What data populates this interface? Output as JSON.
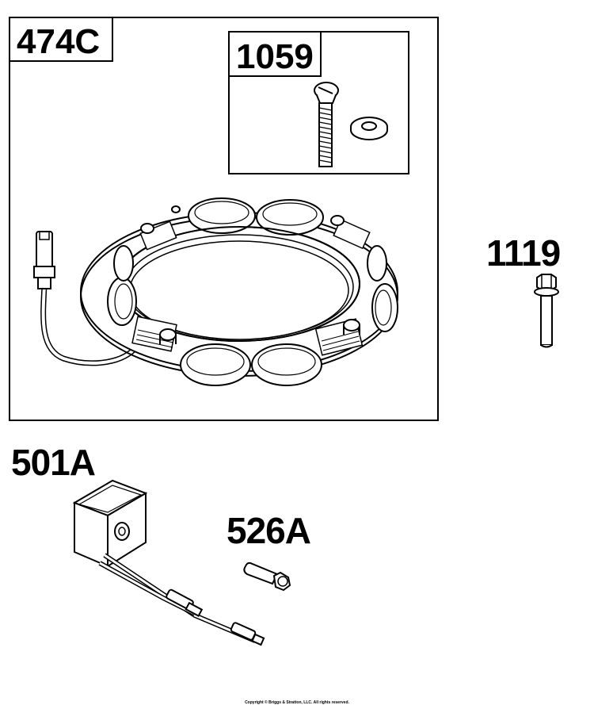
{
  "parts": {
    "stator": {
      "number": "474C"
    },
    "screw_kit": {
      "number": "1059"
    },
    "bolt": {
      "number": "1119"
    },
    "module": {
      "number": "501A"
    },
    "module_screw": {
      "number": "526A"
    }
  },
  "footer": {
    "copyright": "Copyright © Briggs & Stratton, LLC. All rights reserved."
  },
  "colors": {
    "line": "#000000",
    "background": "#ffffff",
    "shade": "#d9d9d9"
  },
  "icons": [
    "stator-ring-icon",
    "screw-icon",
    "washer-icon",
    "flange-bolt-icon",
    "ignition-module-icon",
    "module-screw-icon"
  ]
}
